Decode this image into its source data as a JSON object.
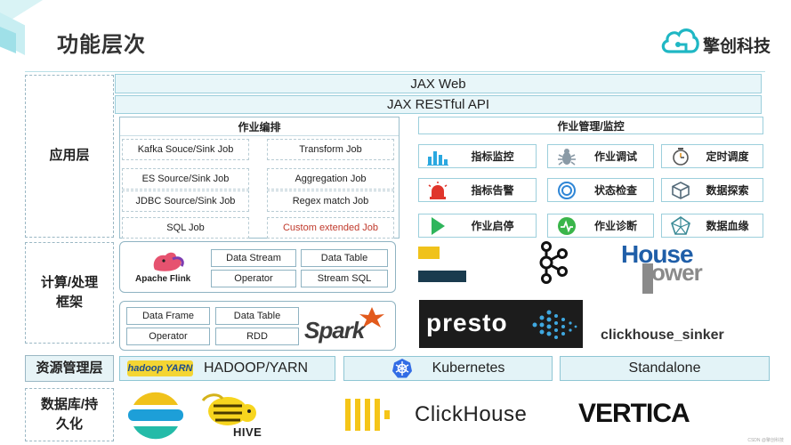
{
  "header": {
    "title": "功能层次",
    "brand": "擎创科技"
  },
  "layers": {
    "app": "应用层",
    "compute": "计算/处理\n框架",
    "resource": "资源管理层",
    "storage": "数据库/持\n久化"
  },
  "app": {
    "jax_web": "JAX Web",
    "jax_api": "JAX RESTful API",
    "orchestration": {
      "title": "作业编排",
      "jobs": [
        "Kafka Souce/Sink Job",
        "Transform Job",
        "ES Source/Sink Job",
        "Aggregation Job",
        "JDBC Source/Sink Job",
        "Regex match Job",
        "SQL Job",
        "Custom extended Job"
      ]
    },
    "management": {
      "title": "作业管理/监控",
      "items": [
        {
          "label": "指标监控",
          "icon": "bar-chart-icon",
          "color": "#2aa8e0"
        },
        {
          "label": "作业调试",
          "icon": "bug-icon",
          "color": "#8a9aa6"
        },
        {
          "label": "定时调度",
          "icon": "timer-icon",
          "color": "#555555"
        },
        {
          "label": "指标告警",
          "icon": "alarm-light-icon",
          "color": "#e0352b"
        },
        {
          "label": "状态检查",
          "icon": "status-check-icon",
          "color": "#2f86d6"
        },
        {
          "label": "数据探索",
          "icon": "cube-icon",
          "color": "#556b7a"
        },
        {
          "label": "作业启停",
          "icon": "play-icon",
          "color": "#2fb55c"
        },
        {
          "label": "作业诊断",
          "icon": "diagnosis-icon",
          "color": "#3ab54a"
        },
        {
          "label": "数据血缘",
          "icon": "lineage-icon",
          "color": "#3a8a96"
        }
      ]
    }
  },
  "compute": {
    "flink_name": "Apache Flink",
    "flink_items": [
      "Data Stream",
      "Data Table",
      "Operator",
      "Stream SQL"
    ],
    "spark_items": [
      "Data Frame",
      "Data Table",
      "Operator",
      "RDD"
    ],
    "spark_name": "Spark",
    "presto_name": "presto",
    "housepower_top": "House",
    "housepower_bottom": "ower",
    "clickhouse_sinker": "clickhouse_sinker"
  },
  "resource": {
    "hadoop_logo": "hadoop YARN",
    "hadoop": "HADOOP/YARN",
    "kubernetes": "Kubernetes",
    "standalone": "Standalone"
  },
  "storage": {
    "hive": "HIVE",
    "clickhouse": "ClickHouse",
    "vertica": "VERTICA"
  },
  "colors": {
    "accent": "#1fb7c4",
    "bar_bg": "#e8f6f9",
    "border": "#9ccfdc",
    "custom_job": "#c0392b"
  },
  "watermark": "CSDN @擎创科技"
}
